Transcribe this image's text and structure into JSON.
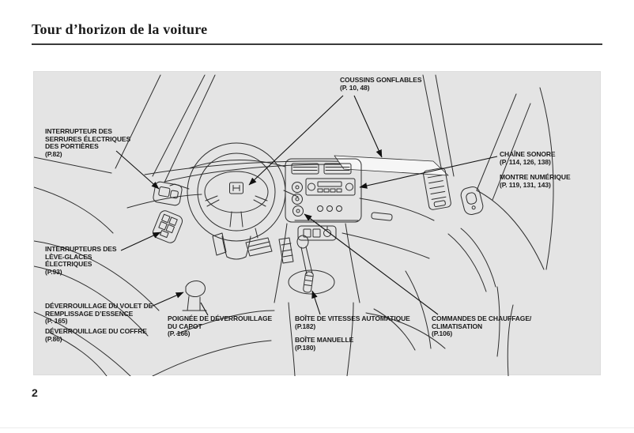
{
  "colors": {
    "page_bg": "#ffffff",
    "diagram_bg": "#e4e4e4",
    "line": "#2e2e2e",
    "text": "#1b1b1b"
  },
  "header": {
    "title": "Tour d’horizon de la voiture"
  },
  "footer": {
    "page_number": "2"
  },
  "diagram": {
    "subject": "dashboard-interior-overview",
    "labels": [
      {
        "id": "airbags",
        "name": "COUSSINS GONFLABLES",
        "page_ref": "(P. 10, 48)"
      },
      {
        "id": "door-lock-switch",
        "name": "INTERRUPTEUR DES\nSERRURES ÉLECTRIQUES\nDES PORTIÈRES",
        "page_ref": "(P.82)"
      },
      {
        "id": "audio-system",
        "name": "CHAÎNE SONORE",
        "page_ref": "(P. 114, 126, 138)"
      },
      {
        "id": "digital-clock",
        "name": "MONTRE NUMÉRIQUE",
        "page_ref": "(P. 119, 131, 143)"
      },
      {
        "id": "power-window-switches",
        "name": "INTERRUPTEURS DES\nLÈVE-GLACES\nÉLECTRIQUES",
        "page_ref": "(P.93)"
      },
      {
        "id": "fuel-filler-release",
        "name": "DÉVERROUILLAGE DU VOLET DE\nREMPLISSAGE D’ESSENCE",
        "page_ref": "(P. 165)"
      },
      {
        "id": "trunk-release",
        "name": "DÉVERROUILLAGE DU COFFRE",
        "page_ref": "(P.86)"
      },
      {
        "id": "hood-release-handle",
        "name": "POIGNÉE DE DÉVERROUILLAGE\nDU CAPOT",
        "page_ref": "(P. 166)"
      },
      {
        "id": "automatic-transmission",
        "name": "BOÎTE DE VITESSES AUTOMATIQUE",
        "page_ref": "(P.182)"
      },
      {
        "id": "manual-transmission",
        "name": "BOÎTE MANUELLE",
        "page_ref": "(P.180)"
      },
      {
        "id": "heating-ac-controls",
        "name": "COMMANDES DE CHAUFFAGE/\nCLIMATISATION",
        "page_ref": "(P.106)"
      }
    ]
  }
}
